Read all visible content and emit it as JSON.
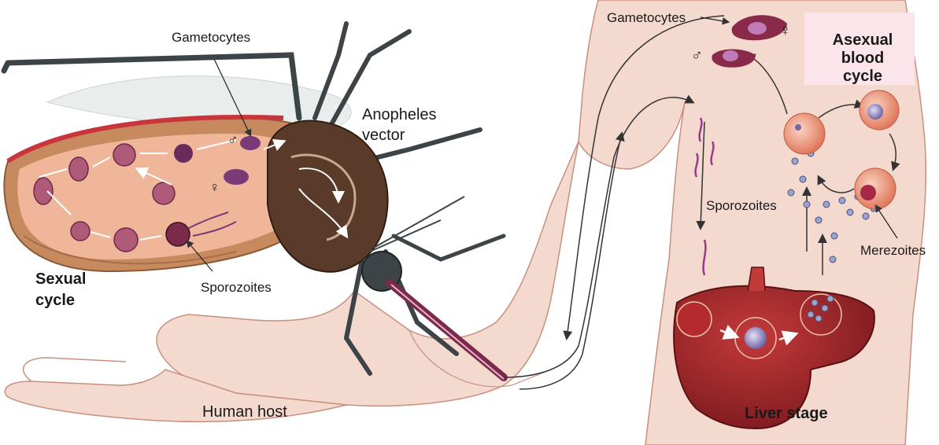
{
  "labels": {
    "gametocytes_top": "Gametocytes",
    "gametocytes_mosquito": "Gametocytes",
    "anopheles_vector": "Anopheles\nvector",
    "sporozoites_body": "Sporozoites",
    "sporozoites_mosquito": "Sporozoites",
    "merezoites": "Merezoites",
    "sexual_cycle": "Sexual\ncycle",
    "asexual_blood_cycle": "Asexual blood\ncycle",
    "liver_stage": "Liver stage",
    "human_host": "Human host",
    "female_symbol": "♀",
    "male_symbol": "♂"
  },
  "colors": {
    "skin": "#f4d9cf",
    "skin_outline": "#c98f7f",
    "gut_wall": "#c78a5e",
    "gut_inner": "#f0b69a",
    "mosquito_body": "#5a3b2a",
    "mosquito_leg": "#3d4448",
    "liver": "#a5242a",
    "rbc": "#e8957a",
    "parasite": "#7a3a78",
    "arrow": "#333333"
  }
}
